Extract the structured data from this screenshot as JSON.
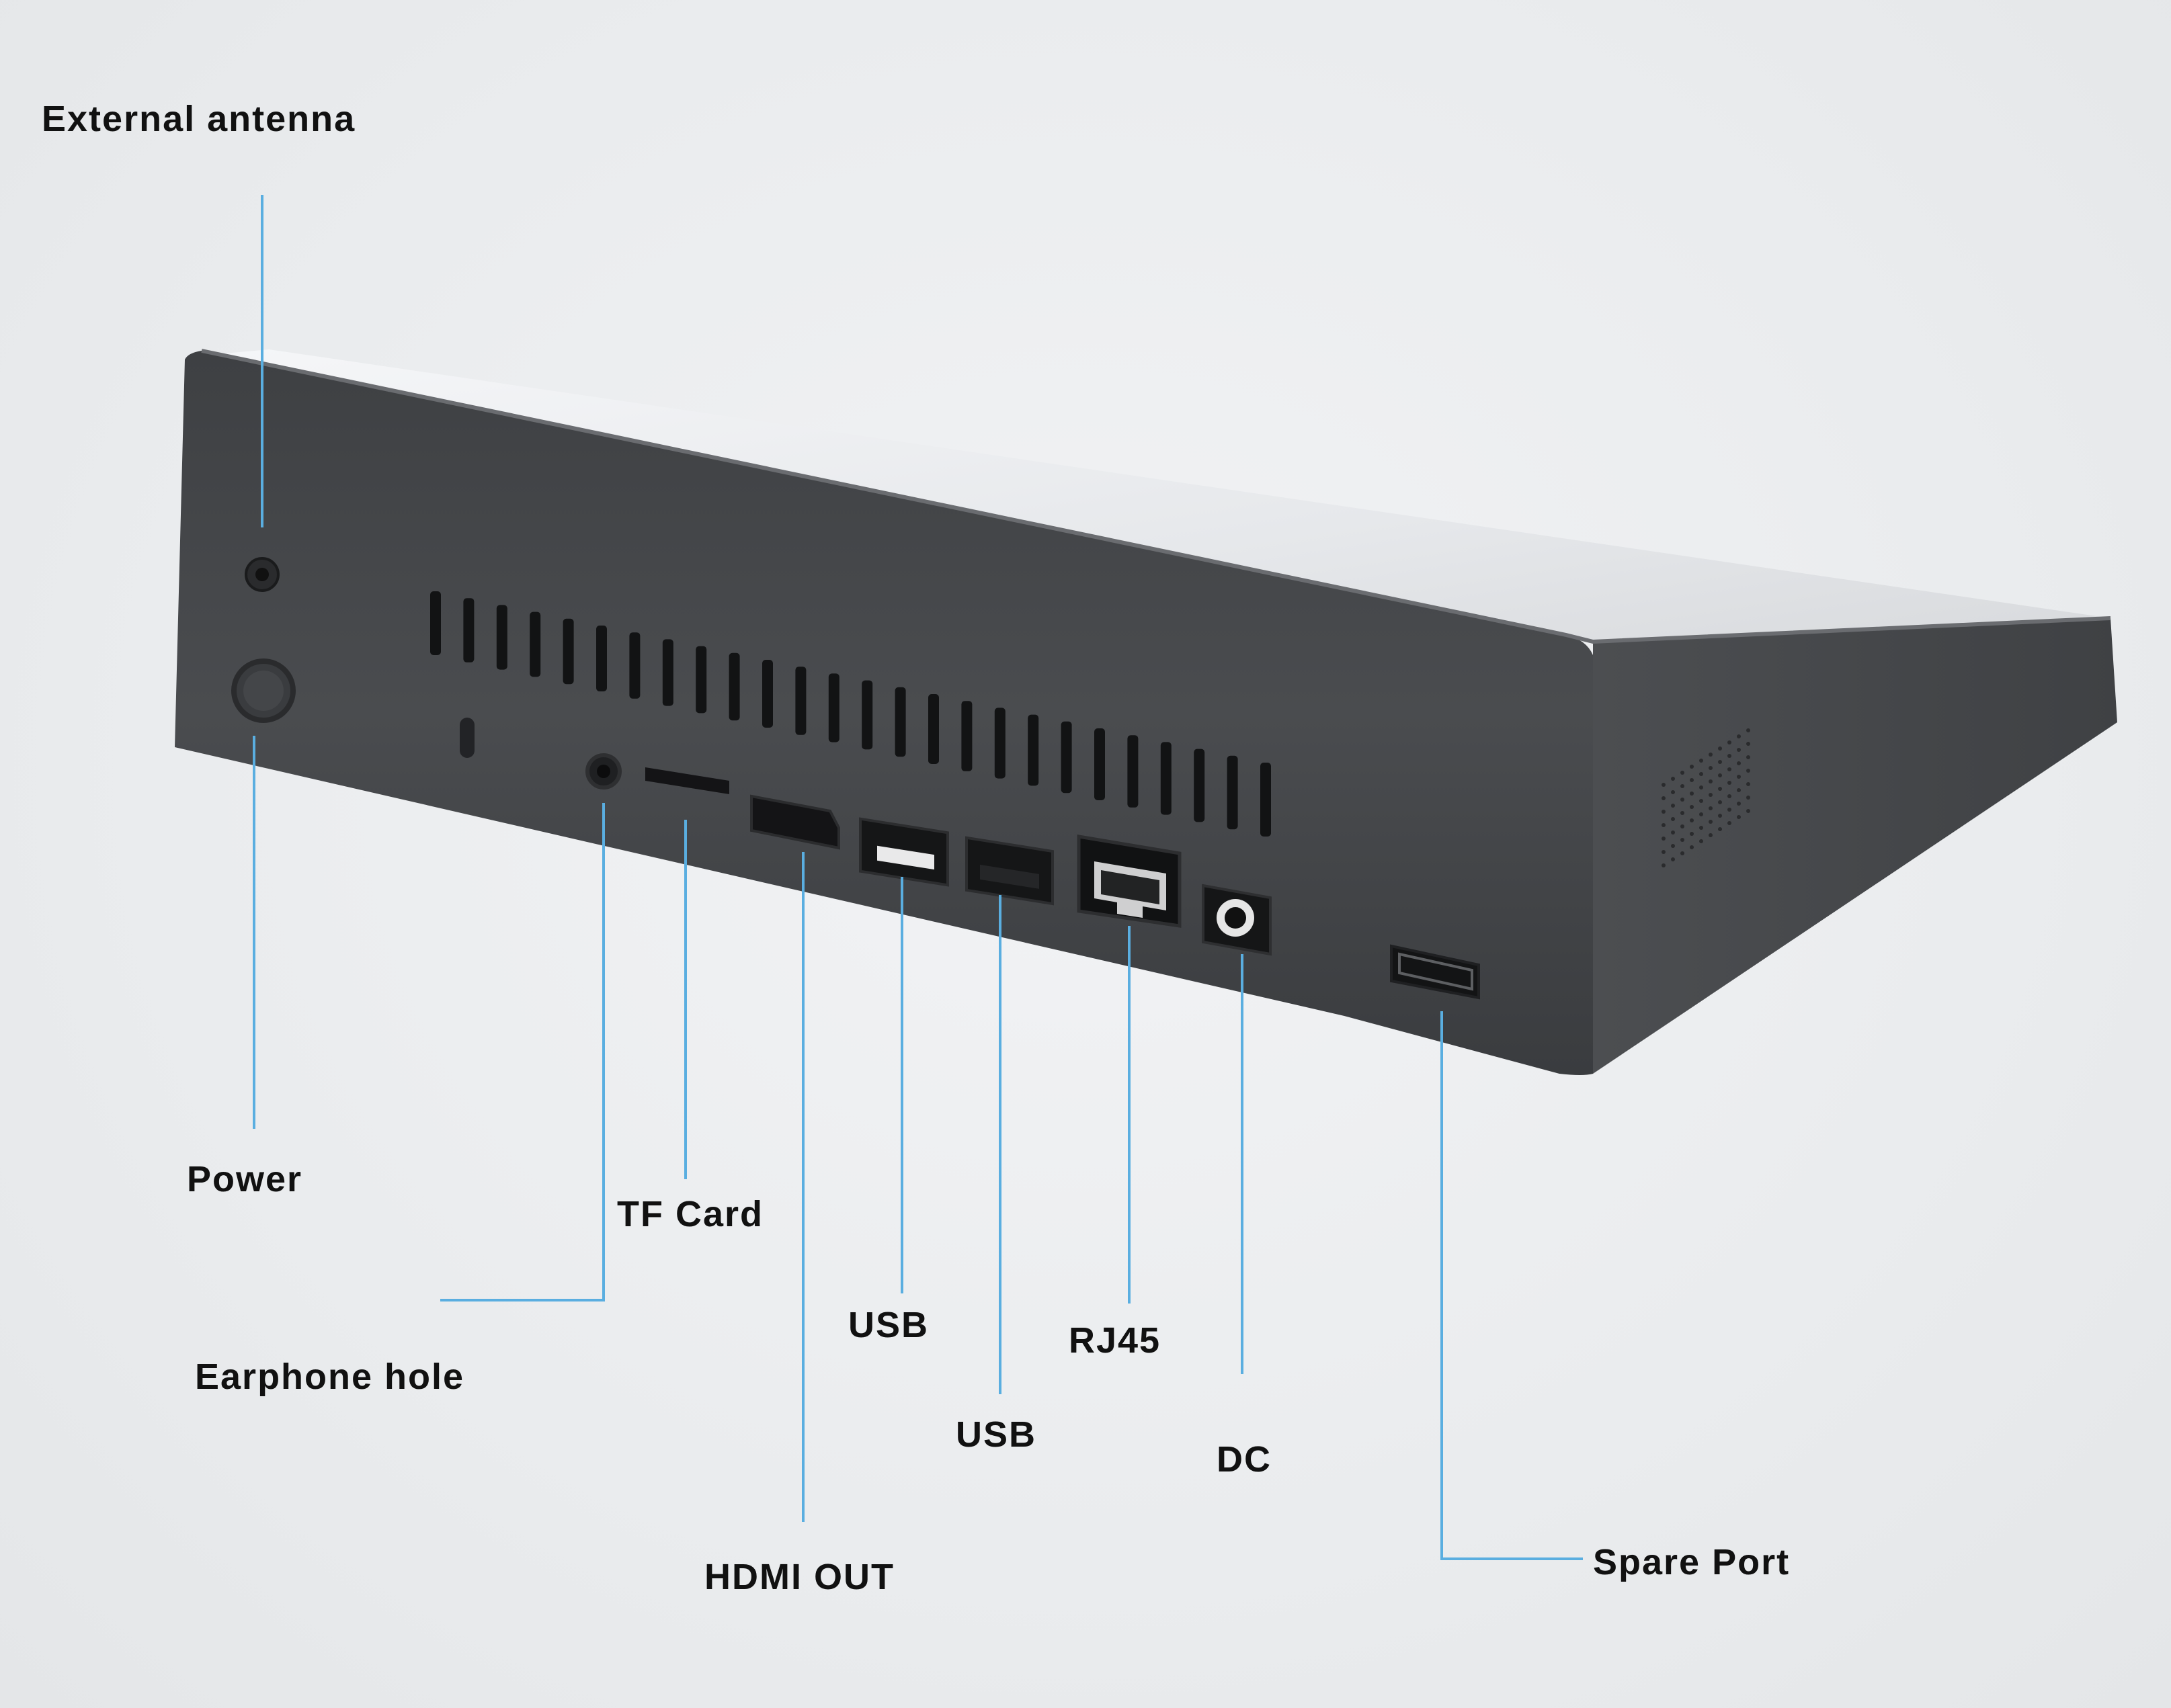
{
  "colors": {
    "background": "#eceef0",
    "device_body": "#47494c",
    "device_top": "#e9ebee",
    "leader_line": "#5aaee0",
    "label_text": "#111111"
  },
  "labels": {
    "external_antenna": "External antenna",
    "power": "Power",
    "tf_card": "TF Card",
    "earphone_hole": "Earphone hole",
    "usb_1": "USB",
    "usb_2": "USB",
    "rj45": "RJ45",
    "dc": "DC",
    "hdmi_out": "HDMI OUT",
    "spare_port": "Spare Port"
  },
  "ports": [
    {
      "name": "External antenna",
      "icon": "antenna-connector"
    },
    {
      "name": "Power",
      "icon": "power-button"
    },
    {
      "name": "Earphone hole",
      "icon": "audio-jack"
    },
    {
      "name": "TF Card",
      "icon": "card-slot"
    },
    {
      "name": "HDMI OUT",
      "icon": "hdmi-port"
    },
    {
      "name": "USB",
      "icon": "usb-port"
    },
    {
      "name": "USB",
      "icon": "usb-port"
    },
    {
      "name": "RJ45",
      "icon": "ethernet-port"
    },
    {
      "name": "DC",
      "icon": "dc-jack"
    },
    {
      "name": "Spare Port",
      "icon": "spare-port"
    }
  ]
}
